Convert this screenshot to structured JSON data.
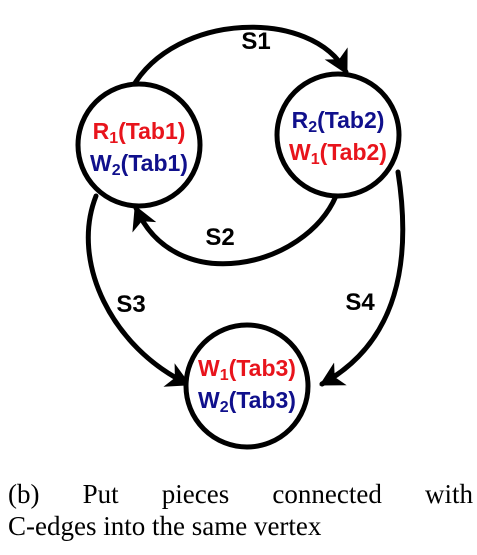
{
  "colors": {
    "read_ref": "#e8141c",
    "write_ref": "#10108c",
    "outline": "#000000"
  },
  "nodes": {
    "left": {
      "line1": {
        "main": "R",
        "sub": "1",
        "rest": "(Tab1)",
        "color": "#e8141c"
      },
      "line2": {
        "main": "W",
        "sub": "2",
        "rest": "(Tab1)",
        "color": "#10108c"
      }
    },
    "right": {
      "line1": {
        "main": "R",
        "sub": "2",
        "rest": "(Tab2)",
        "color": "#10108c"
      },
      "line2": {
        "main": "W",
        "sub": "1",
        "rest": "(Tab2)",
        "color": "#e8141c"
      }
    },
    "bottom": {
      "line1": {
        "main": "W",
        "sub": "1",
        "rest": "(Tab3)",
        "color": "#e8141c"
      },
      "line2": {
        "main": "W",
        "sub": "2",
        "rest": "(Tab3)",
        "color": "#10108c"
      }
    }
  },
  "edges": {
    "s1": "S1",
    "s2": "S2",
    "s3": "S3",
    "s4": "S4"
  },
  "caption": {
    "line1": "(b) Put pieces connected with",
    "line2": "C-edges into the same vertex"
  }
}
